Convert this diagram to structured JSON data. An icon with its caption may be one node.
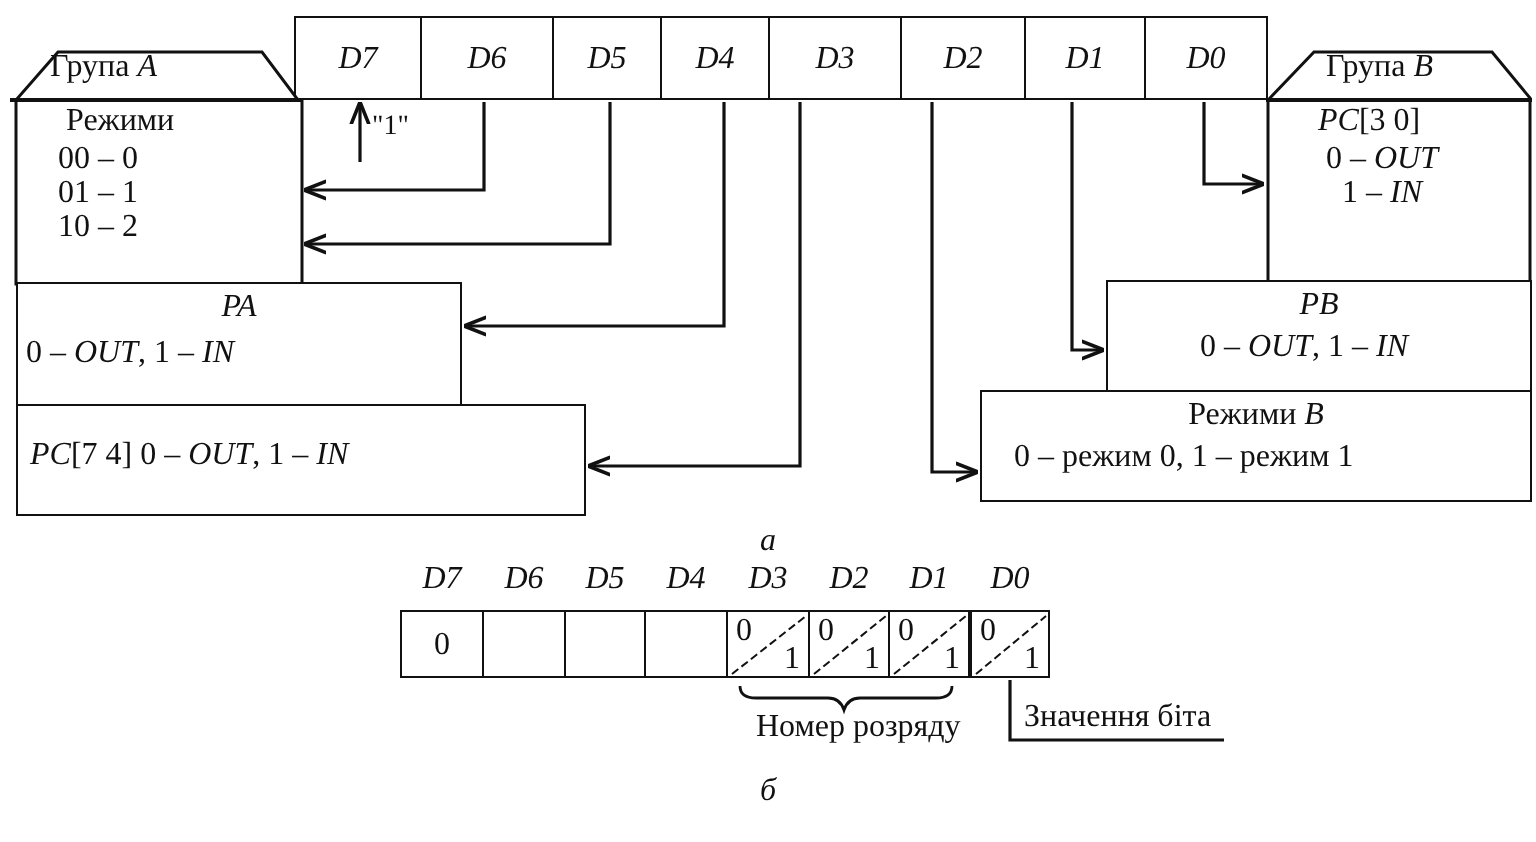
{
  "diagram": {
    "nodes": [
      {
        "text": [
          "D7"
        ]
      },
      {
        "text": [
          "D6"
        ]
      },
      {
        "text": [
          "D5"
        ]
      },
      {
        "text": [
          "D4"
        ]
      },
      {
        "text": [
          "D3"
        ]
      },
      {
        "text": [
          "D2"
        ]
      },
      {
        "text": [
          "D1"
        ]
      },
      {
        "text": [
          "D0"
        ]
      },
      {
        "text": [
          "Група *A*",
          "Режими",
          "00 – 0 01 – 1 10 – 2"
        ]
      },
      {
        "text": [
          "*PA*",
          "0 – *OUT*, 1 – *IN*"
        ]
      },
      {
        "text": [
          "*PC*[7  4] 0 – *OUT*, 1 – *IN*"
        ]
      },
      {
        "text": [
          "Група *B*",
          "*PC*[3  0]",
          "0 – *OUT* 1 – *IN*"
        ]
      },
      {
        "text": [
          "*PB*",
          "0 – *OUT*, 1 – *IN*"
        ]
      },
      {
        "text": [
          "Режими *B*",
          "0 – режим 0, 1 – режим 1"
        ]
      },
      {
        "text": [
          "0"
        ],
        "beside": [
          "D7"
        ]
      },
      {
        "text": [],
        "shape": "box",
        "beside": [
          "D6"
        ]
      },
      {
        "text": [],
        "shape": "box",
        "beside": [
          "D5"
        ]
      },
      {
        "text": [],
        "shape": "box",
        "beside": [
          "D4"
        ]
      },
      {
        "text": [
          "0",
          "1"
        ],
        "beside": [
          "D3"
        ]
      },
      {
        "text": [
          "0",
          "1"
        ],
        "beside": [
          "D2"
        ]
      },
      {
        "text": [
          "0",
          "1"
        ],
        "beside": [
          "D1"
        ]
      },
      {
        "text": [
          "0",
          "1"
        ],
        "beside": [
          "D0"
        ]
      },
      {
        "text": [
          "Значення біта"
        ]
      }
    ],
    "edges": [
      {
        "from": null,
        "to": 0,
        "arrow": "to",
        "label": "\"1\""
      },
      {
        "from": 1,
        "to": 8,
        "arrow": "to"
      },
      {
        "from": 2,
        "to": 8,
        "arrow": "to"
      },
      {
        "from": 3,
        "to": 9,
        "arrow": "to"
      },
      {
        "from": 4,
        "to": 10,
        "arrow": "to"
      },
      {
        "from": 5,
        "to": 13,
        "arrow": "to"
      },
      {
        "from": 6,
        "to": 12,
        "arrow": "to"
      },
      {
        "from": 7,
        "to": 11,
        "arrow": "to"
      },
      {
        "from": 22,
        "to": 21,
        "arrow": "none"
      }
    ],
    "labels": [
      "а",
      "Номер розряду",
      "б"
    ]
  }
}
